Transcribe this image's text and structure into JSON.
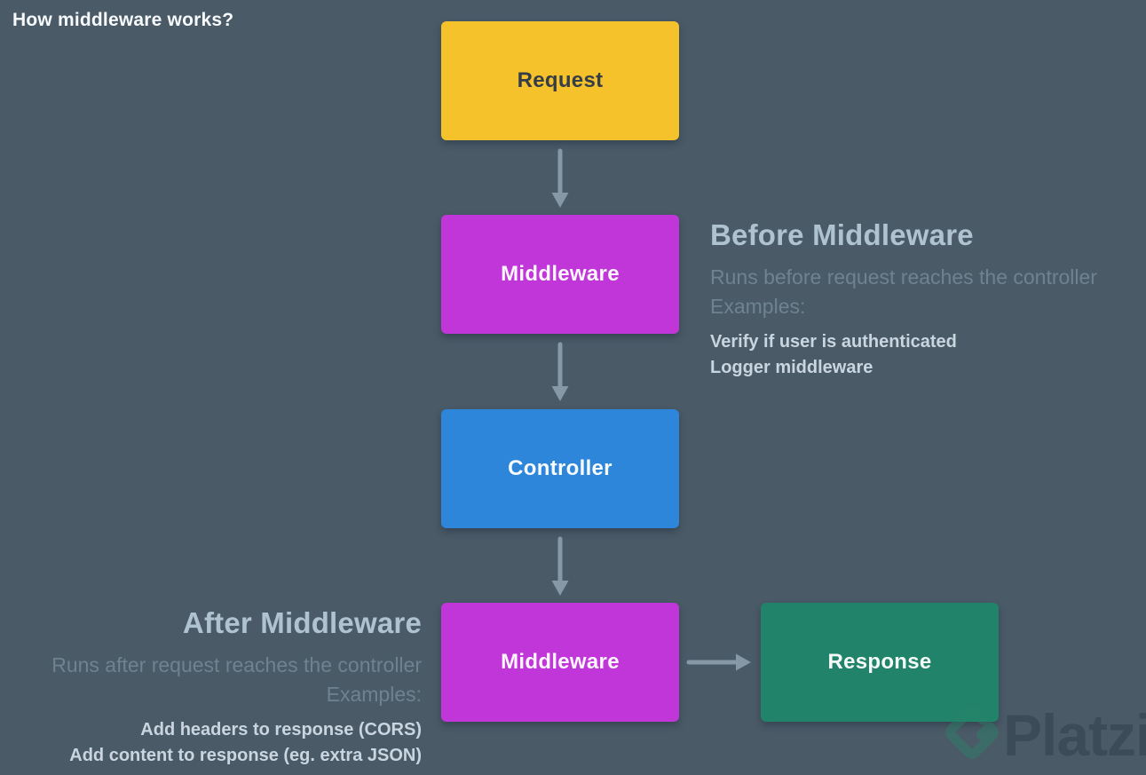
{
  "page": {
    "title": "How middleware works?",
    "background_color": "#4A5A67"
  },
  "flow": {
    "arrow_color": "#8697A5",
    "nodes": [
      {
        "id": "request",
        "label": "Request",
        "fill": "#F5C22B",
        "text_color": "#353D46"
      },
      {
        "id": "middleware-before",
        "label": "Middleware",
        "fill": "#C136D9",
        "text_color": "#FBF5FC"
      },
      {
        "id": "controller",
        "label": "Controller",
        "fill": "#2D86D9",
        "text_color": "#F7FBFD"
      },
      {
        "id": "middleware-after",
        "label": "Middleware",
        "fill": "#C136D9",
        "text_color": "#FBF5FC"
      },
      {
        "id": "response",
        "label": "Response",
        "fill": "#21836A",
        "text_color": "#F5FAF8"
      }
    ],
    "edges": [
      "request -> middleware-before",
      "middleware-before -> controller",
      "controller -> middleware-after",
      "middleware-after -> response"
    ]
  },
  "annotations": {
    "before": {
      "heading": "Before Middleware",
      "heading_color": "#AEC2CF",
      "description": "Runs before request reaches the controller",
      "examples_label": "Examples:",
      "examples": [
        "Verify if user is authenticated",
        "Logger middleware"
      ]
    },
    "after": {
      "heading": "After Middleware",
      "heading_color": "#AEC2CF",
      "description": "Runs after request reaches the controller",
      "examples_label": "Examples:",
      "examples": [
        "Add headers to response (CORS)",
        "Add content to response (eg. extra JSON)"
      ]
    }
  },
  "watermark": {
    "brand": "Platzi",
    "logo": "platzi-diamond-icon",
    "logo_color": "#2C8A6C"
  }
}
